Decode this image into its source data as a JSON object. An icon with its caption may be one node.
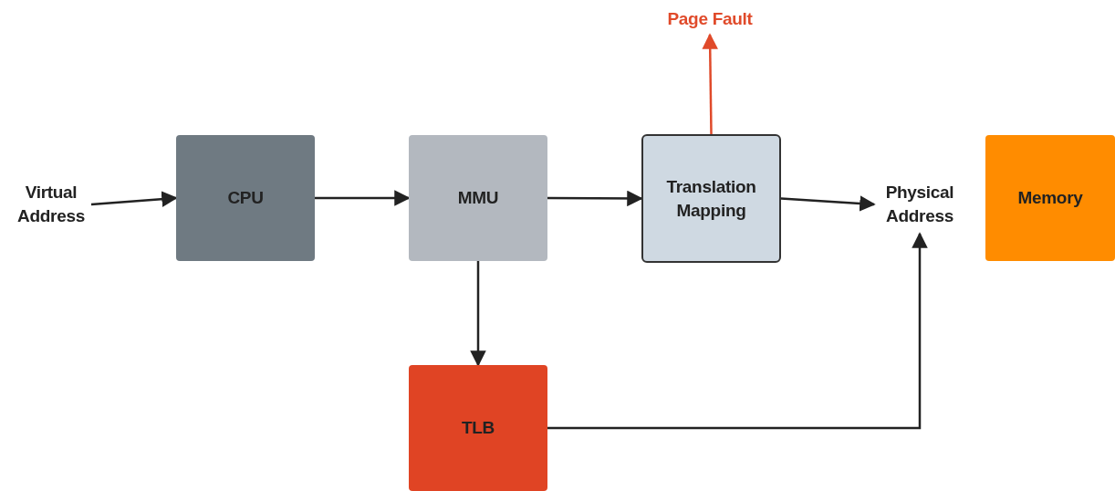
{
  "diagram": {
    "nodes": [
      {
        "text": [
          "Virtual Address"
        ]
      },
      {
        "text": [
          "CPU"
        ]
      },
      {
        "text": [
          "MMU"
        ]
      },
      {
        "text": [
          "Translation Mapping"
        ]
      },
      {
        "text": [
          "Page Fault"
        ]
      },
      {
        "text": [
          "Physical Address"
        ]
      },
      {
        "text": [
          "Memory"
        ]
      },
      {
        "text": [
          "TLB"
        ]
      }
    ],
    "edges": [
      {
        "from": 0,
        "to": 1,
        "arrow": "to"
      },
      {
        "from": 1,
        "to": 2,
        "arrow": "to"
      },
      {
        "from": 2,
        "to": 3,
        "arrow": "to"
      },
      {
        "from": 3,
        "to": 4,
        "arrow": "to",
        "color": "#e04a2a"
      },
      {
        "from": 3,
        "to": 5,
        "arrow": "to"
      },
      {
        "from": 2,
        "to": 7,
        "arrow": "to"
      },
      {
        "from": 7,
        "to": 5,
        "arrow": "to"
      }
    ]
  }
}
